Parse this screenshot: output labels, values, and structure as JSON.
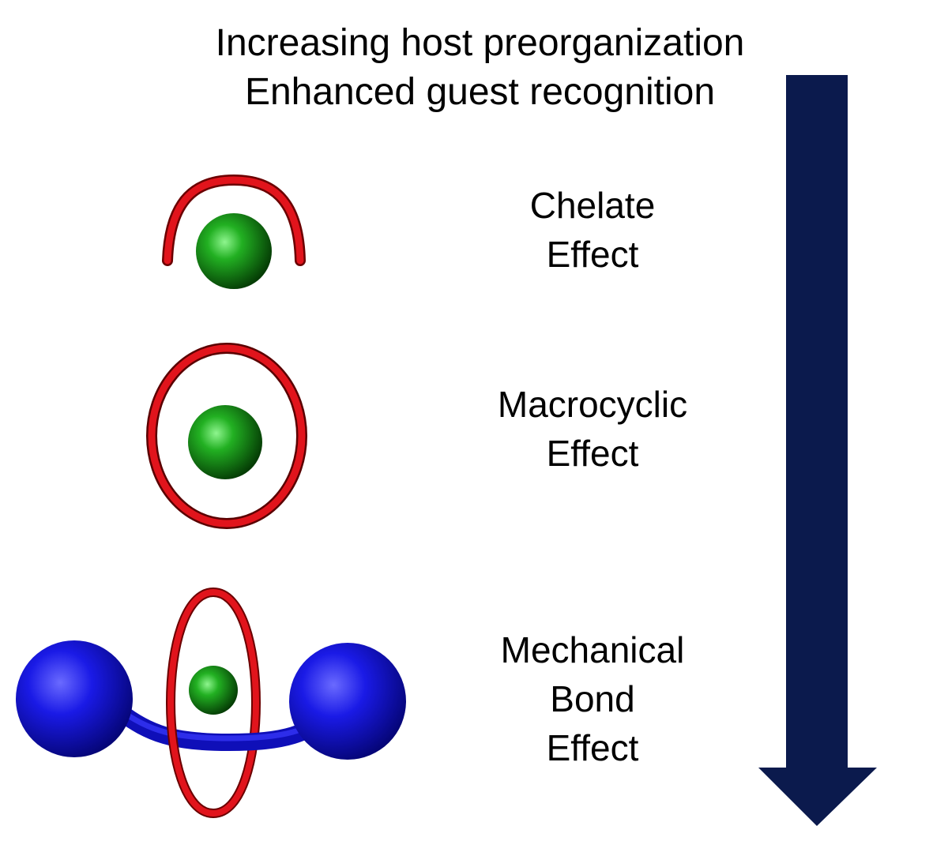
{
  "header": {
    "line1": "Increasing host preorganization",
    "line2": "Enhanced guest recognition"
  },
  "effects": [
    {
      "line1": "Chelate",
      "line2": "Effect"
    },
    {
      "line1": "Macrocyclic",
      "line2": "Effect"
    },
    {
      "line1": "Mechanical",
      "line2": "Bond",
      "line3": "Effect"
    }
  ],
  "colors": {
    "arrow": "#0b1a4d",
    "host_ring": "#e1141c",
    "guest_sphere": "#1c9a1c",
    "stopper": "#1414d6"
  }
}
